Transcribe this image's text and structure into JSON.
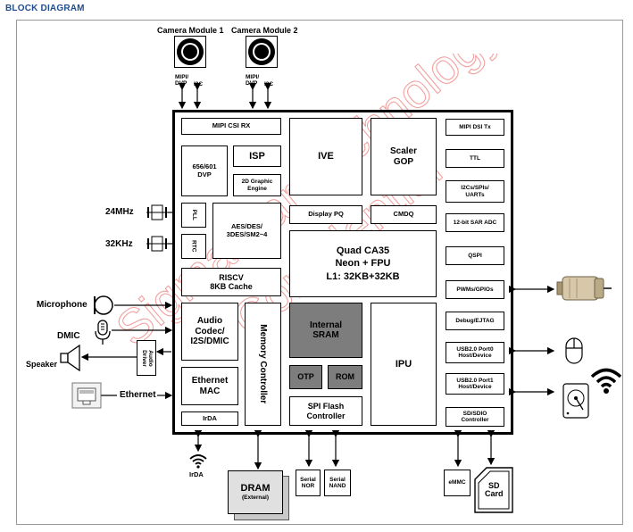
{
  "title": "BLOCK DIAGRAM",
  "camera1": {
    "label": "Camera Module 1",
    "if1": "MIPI/\nDVP",
    "if2": "I2C"
  },
  "camera2": {
    "label": "Camera Module 2",
    "if1": "MIPI/\nDVP",
    "if2": "I2C"
  },
  "blocks": {
    "mipi_csi_rx": "MIPI CSI RX",
    "dvp_656": "656/601\nDVP",
    "isp": "ISP",
    "graphic_2d": "2D Graphic\nEngine",
    "ive": "IVE",
    "scaler_gop": "Scaler\nGOP",
    "pll": "PLL",
    "rtc": "RTC",
    "aes": "AES/DES/\n3DES/SM2~4",
    "display_pq": "Display PQ",
    "cmdq": "CMDQ",
    "cpu": "Quad CA35\nNeon + FPU\nL1: 32KB+32KB",
    "riscv": "RISCV\n8KB Cache",
    "audio_codec": "Audio\nCodec/\nI2S/DMIC",
    "memory_controller": "Memory Controller",
    "internal_sram": "Internal\nSRAM",
    "otp": "OTP",
    "rom": "ROM",
    "spi_flash": "SPI Flash\nController",
    "ipu": "IPU",
    "ethernet_mac": "Ethernet\nMAC",
    "irda": "IrDA",
    "audio_driver": "Audio\nDriver"
  },
  "right_blocks": [
    "MIPI DSI Tx",
    "TTL",
    "I2Cs/SPIs/\nUARTs",
    "12-bit SAR ADC",
    "QSPI",
    "PWMs/GPIOs",
    "Debug/EJTAG",
    "USB2.0 Port0\nHost/Device",
    "USB2.0 Port1\nHost/Device",
    "SD/SDIO\nController"
  ],
  "external": {
    "mhz24": "24MHz",
    "khz32": "32KHz",
    "microphone": "Microphone",
    "dmic": "DMIC",
    "speaker": "Speaker",
    "ethernet": "Ethernet",
    "irda": "IrDA",
    "dram": "DRAM",
    "dram_sub": "(External)",
    "serial_nor": "Serial\nNOR",
    "serial_nand": "Serial\nNAND",
    "emmc": "eMMC",
    "sd_card": "SD\nCard"
  },
  "watermark": [
    "SigmaStar Technology",
    "Confidential"
  ],
  "colors": {
    "title": "#1f4e8f",
    "gray_block": "#7d7d7d",
    "watermark": "#e0302a"
  },
  "icons": [
    "crystal-icon",
    "microphone-icon",
    "dmic-icon",
    "speaker-icon",
    "ethernet-port-icon",
    "wifi-icon",
    "motor-icon",
    "mouse-icon",
    "hard-disk-icon",
    "sd-card-icon",
    "camera-lens-icon"
  ]
}
